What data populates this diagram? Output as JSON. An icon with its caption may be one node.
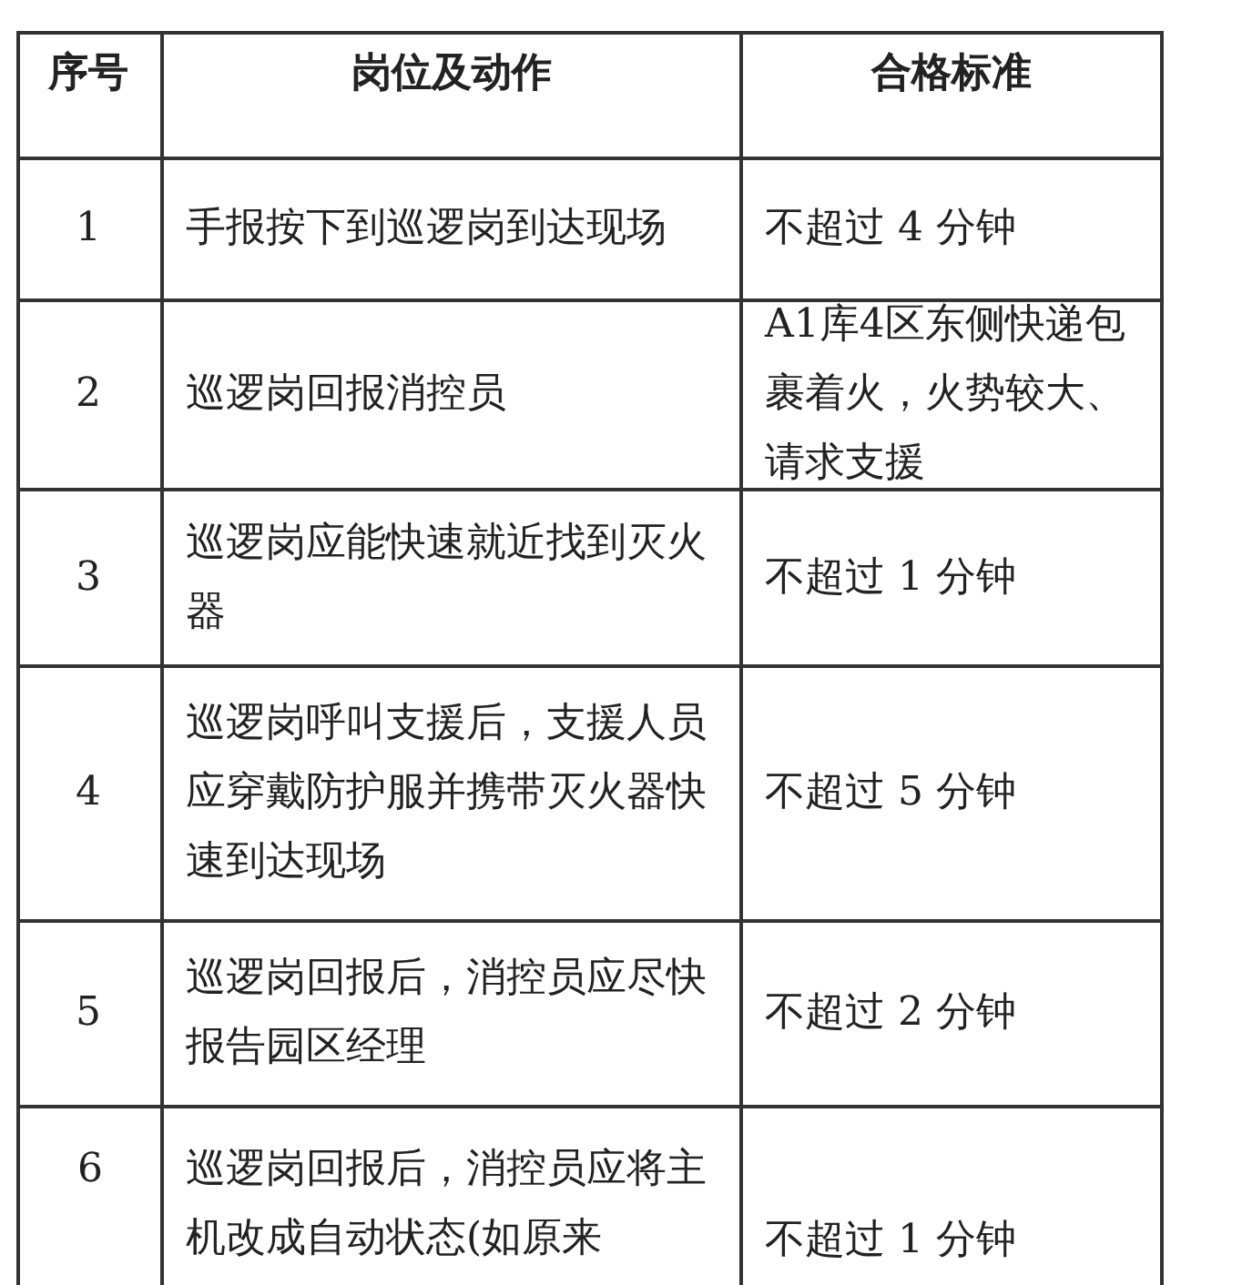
{
  "diagram": {
    "labels": [
      "序号",
      "岗位及动作",
      "合格标准",
      "1",
      "手报按下到巡逻岗到达现场",
      "不超过 4 分钟",
      "2",
      "巡逻岗回报消控员",
      "A1库4区东侧快递包裹着火，火势较大、请求支援",
      "3",
      "巡逻岗应能快速就近找到灭火器",
      "不超过 1 分钟",
      "4",
      "巡逻岗呼叫支援后，支援人员应穿戴防护服并携带灭火器快速到达现场",
      "不超过 5 分钟",
      "5",
      "巡逻岗回报后，消控员应尽快报告园区经理",
      "不超过 2 分钟",
      "6",
      "巡逻岗回报后，消控员应将主机改成自动状态(如原来",
      "不超过 1 分钟"
    ]
  }
}
